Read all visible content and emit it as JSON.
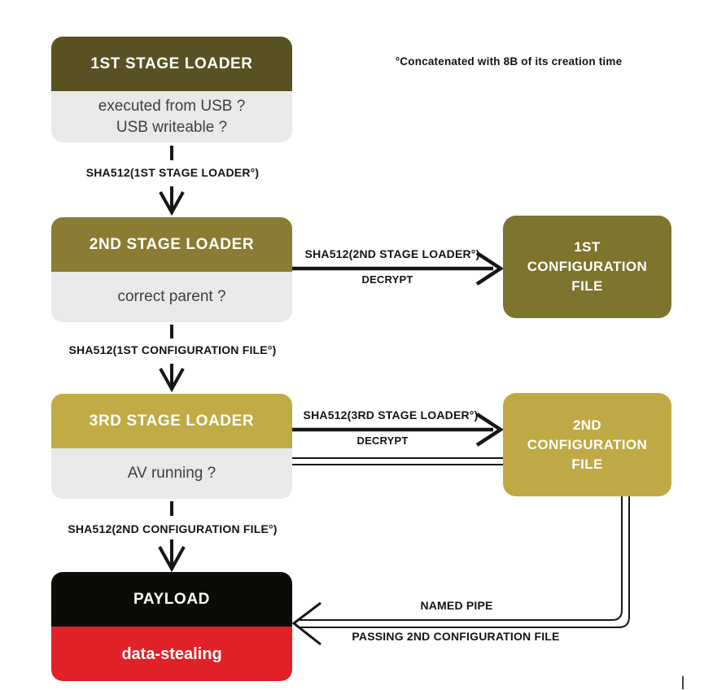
{
  "annotation": "°Concatenated with 8B of its creation time",
  "colors": {
    "stage1_header": "#5a5123",
    "stage2_header": "#8b7c33",
    "stage3_header": "#c0ab44",
    "config1_fill": "#7d742d",
    "config2_fill": "#bfa944",
    "question_body": "#e9e9e7",
    "payload_header": "#0d0b08",
    "payload_body": "#e02127",
    "wire": "#161616"
  },
  "nodes": {
    "stage1": {
      "title": "1ST STAGE LOADER",
      "questions": [
        "executed from USB ?",
        "USB writeable ?"
      ]
    },
    "stage2": {
      "title": "2ND STAGE LOADER",
      "questions": [
        "correct parent ?"
      ]
    },
    "stage3": {
      "title": "3RD STAGE LOADER",
      "questions": [
        "AV running ?"
      ]
    },
    "payload": {
      "title": "PAYLOAD",
      "subtitle": "data-stealing"
    },
    "config1": {
      "lines": [
        "1ST",
        "CONFIGURATION",
        "FILE"
      ]
    },
    "config2": {
      "lines": [
        "2ND",
        "CONFIGURATION",
        "FILE"
      ]
    }
  },
  "edges": {
    "stage1_to_stage2": "SHA512(1ST STAGE LOADER°)",
    "stage2_to_config1": "SHA512(2ND STAGE LOADER°)",
    "stage2_to_config1_action": "DECRYPT",
    "stage2_to_stage3": "SHA512(1ST CONFIGURATION FILE°)",
    "stage3_to_config2": "SHA512(3RD STAGE LOADER°)",
    "stage3_to_config2_action": "DECRYPT",
    "stage3_to_payload": "SHA512(2ND CONFIGURATION FILE°)",
    "config2_to_payload": "NAMED PIPE",
    "config2_to_payload_detail": "PASSING 2ND CONFIGURATION FILE"
  }
}
